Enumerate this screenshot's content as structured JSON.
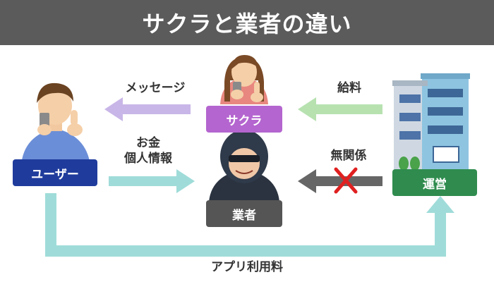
{
  "title": "サクラと業者の違い",
  "nodes": {
    "user": "ユーザー",
    "sakura": "サクラ",
    "gyosha": "業者",
    "unei": "運営"
  },
  "edges": {
    "message": "メッセージ",
    "kyuryo": "給料",
    "okane_line1": "お金",
    "okane_line2": "個人情報",
    "mukankei": "無関係",
    "app_fee": "アプリ利用料"
  },
  "colors": {
    "header_bg": "#5b5b5b",
    "user_box": "#1f3c9c",
    "sakura_box": "#b465cf",
    "gyosha_box": "#555555",
    "unei_box": "#2f8c4e",
    "arrow_purple": "#c9b6e8",
    "arrow_green": "#b7e2b0",
    "arrow_teal": "#9fdcd9",
    "arrow_gray": "#666666",
    "cross_red": "#e02020"
  }
}
